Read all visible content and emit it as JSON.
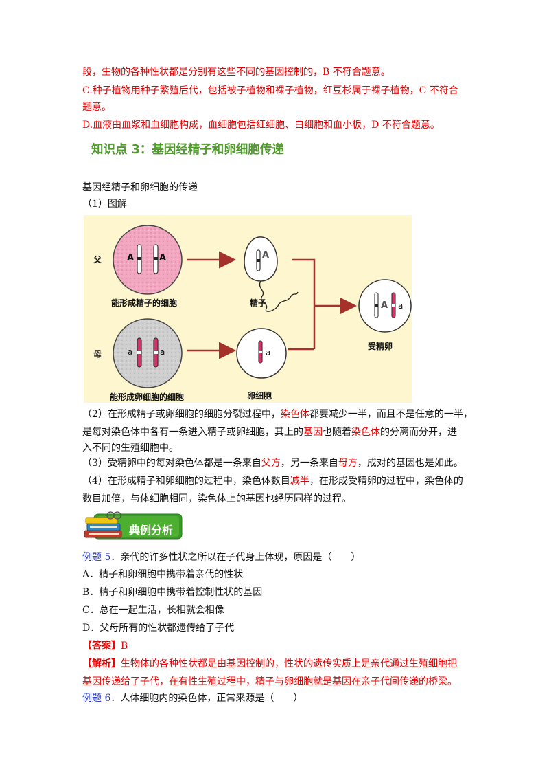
{
  "paragraphs": {
    "p1": "段，生物的各种性状都是分别有这些不同的基因控制的，B 不符合题意。",
    "p2a": "C.种子植物用种子繁殖后代，包括被子植物和裸子植物，红豆杉属于裸子植物，C 不符合",
    "p2b": "题意。",
    "p3": "D.血液由血浆和血细胞构成，血细胞包括红细胞、白细胞和血小板，D 不符合题意。"
  },
  "section": {
    "title": "知识点 3：基因经精子和卵细胞传递"
  },
  "intro": {
    "heading": "基因经精子和卵细胞的传递",
    "sub": "（1）图解"
  },
  "diagram": {
    "father": "父",
    "mother": "母",
    "allele_A": "A",
    "allele_a": "a",
    "cell_sperm_label": "能形成精子的细胞",
    "sperm_label": "精子",
    "cell_egg_label": "能形成卵细胞的细胞",
    "egg_label": "卵细胞",
    "zygote_label": "受精卵",
    "colors": {
      "bg": "#fdf6cf",
      "father_cell": "#f2a7c0",
      "mother_cell": "#cfcfcf",
      "arrow": "#a5322a",
      "chromosome": "#d6336c"
    }
  },
  "point2": {
    "s1": "（2）在形成精子或卵细胞的细胞分裂过程中，",
    "k1": "染色体",
    "s2": "都要减少一半，而且不是任意的一半，",
    "s3": "是每对染色体中各有一条进入精子或卵细胞，其上的",
    "k2": "基因",
    "s4": "也随着",
    "k3": "染色体",
    "s5": "的分离而分开，进",
    "s6": "入不同的生殖细胞中。"
  },
  "point3": {
    "s1": "（3）受精卵中的每对染色体都是一条来自",
    "k1": "父方",
    "s2": "，另一条来自",
    "k2": "母方",
    "s3": "，成对的基因也是如此。"
  },
  "point4": {
    "s1": "（4）在形成精子和卵细胞的过程中，染色体数目",
    "k1": "减半",
    "s2": "，在形成受精卵的过程中，染色体的",
    "s3": "数目加倍，与体细胞相同，染色体上的基因也经历同样的过程。"
  },
  "badge": {
    "label": "典例分析"
  },
  "example5": {
    "prefix": "例题 5",
    "question": "．亲代的许多性状之所以在子代身上体现，原因是（　　）",
    "options": [
      "A．精子和卵细胞中携带着亲代的性状",
      "B．精子和卵细胞中携带着控制性状的基因",
      "C．总在一起生活，长相就会相像",
      "D．父母所有的性状都遗传给了子代"
    ],
    "answer_label": "【答案】",
    "answer": "B",
    "analysis_label": "【解析】",
    "analysis1": "生物体的各种性状都是由基因控制的，性状的遗传实质上是亲代通过生殖细胞把",
    "analysis2": "基因传递给了子代，在有性生殖过程中，精子与卵细胞就是基因在亲子代间传递的桥梁。"
  },
  "example6": {
    "prefix": "例题 6",
    "question": "．人体细胞内的染色体，正常来源是（　　）"
  }
}
